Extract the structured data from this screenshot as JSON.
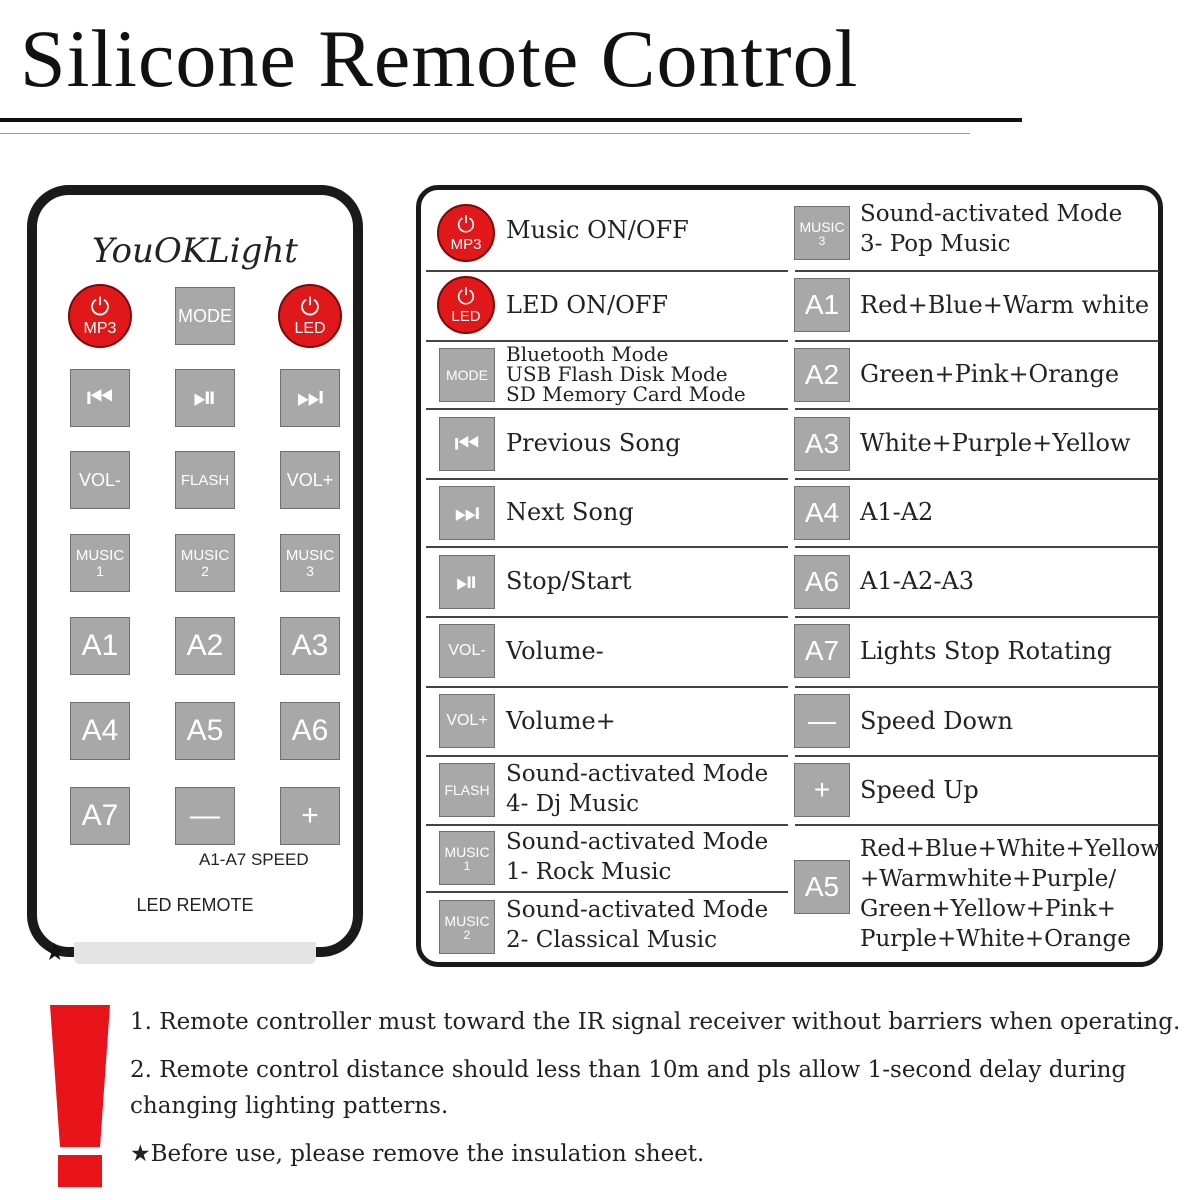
{
  "title": "Silicone Remote Control",
  "remote": {
    "brand": "YouOKLight",
    "speed_label": "A1-A7 SPEED",
    "bottom_label": "LED REMOTE",
    "star": "★",
    "buttons": {
      "mp3": {
        "icon": "⏻",
        "label": "MP3"
      },
      "mode": "MODE",
      "led": {
        "icon": "⏻",
        "label": "LED"
      },
      "prev": "⏮",
      "playpause": "⏯",
      "next": "⏭",
      "vol_minus": "VOL-",
      "flash": "FLASH",
      "vol_plus": "VOL+",
      "music1": {
        "label": "MUSIC",
        "num": "1"
      },
      "music2": {
        "label": "MUSIC",
        "num": "2"
      },
      "music3": {
        "label": "MUSIC",
        "num": "3"
      },
      "a1": "A1",
      "a2": "A2",
      "a3": "A3",
      "a4": "A4",
      "a5": "A5",
      "a6": "A6",
      "a7": "A7",
      "minus": "—",
      "plus": "+"
    }
  },
  "functions": {
    "left": [
      {
        "key": "MP3",
        "desc": [
          "Music ON/OFF"
        ]
      },
      {
        "key": "LED",
        "desc": [
          "LED ON/OFF"
        ]
      },
      {
        "key": "MODE",
        "desc": [
          "Bluetooth Mode",
          "USB Flash Disk Mode",
          "SD Memory Card Mode"
        ]
      },
      {
        "key": "⏮",
        "desc": [
          "Previous Song"
        ]
      },
      {
        "key": "⏭",
        "desc": [
          "Next Song"
        ]
      },
      {
        "key": "⏯",
        "desc": [
          "Stop/Start"
        ]
      },
      {
        "key": "VOL-",
        "desc": [
          "Volume-"
        ]
      },
      {
        "key": "VOL+",
        "desc": [
          "Volume+"
        ]
      },
      {
        "key": "FLASH",
        "desc": [
          "Sound-activated Mode",
          "4- Dj Music"
        ]
      },
      {
        "key": "MUSIC 1",
        "desc": [
          "Sound-activated Mode",
          "1- Rock Music"
        ]
      },
      {
        "key": "MUSIC 2",
        "desc": [
          "Sound-activated Mode",
          "2- Classical Music"
        ]
      }
    ],
    "right": [
      {
        "key": "MUSIC 3",
        "desc": [
          "Sound-activated Mode",
          "3- Pop Music"
        ]
      },
      {
        "key": "A1",
        "desc": [
          "Red+Blue+Warm white"
        ]
      },
      {
        "key": "A2",
        "desc": [
          "Green+Pink+Orange"
        ]
      },
      {
        "key": "A3",
        "desc": [
          "White+Purple+Yellow"
        ]
      },
      {
        "key": "A4",
        "desc": [
          "A1-A2"
        ]
      },
      {
        "key": "A6",
        "desc": [
          "A1-A2-A3"
        ]
      },
      {
        "key": "A7",
        "desc": [
          "Lights Stop Rotating"
        ]
      },
      {
        "key": "—",
        "desc": [
          "Speed Down"
        ]
      },
      {
        "key": "+",
        "desc": [
          "Speed Up"
        ]
      },
      {
        "key": "A5",
        "desc": [
          "Red+Blue+White+Yellow",
          "+Warmwhite+Purple/",
          "Green+Yellow+Pink+",
          "Purple+White+Orange"
        ]
      }
    ]
  },
  "notes": [
    "1. Remote controller must toward the IR signal receiver without barriers when operating.",
    "2. Remote control distance should less than 10m and pls allow 1-second delay during",
    "changing lighting patterns.",
    "★Before use, please remove the insulation sheet."
  ],
  "colors": {
    "power_red": "#e0181a",
    "key_gray": "#a8a8a8",
    "warning_red": "#e8141a",
    "outline": "#1a1a1a"
  },
  "icons": {
    "power": "power-icon",
    "prev": "skip-previous-icon",
    "next": "skip-next-icon",
    "playpause": "play-pause-icon",
    "warning": "exclamation-icon",
    "star": "star-icon"
  }
}
